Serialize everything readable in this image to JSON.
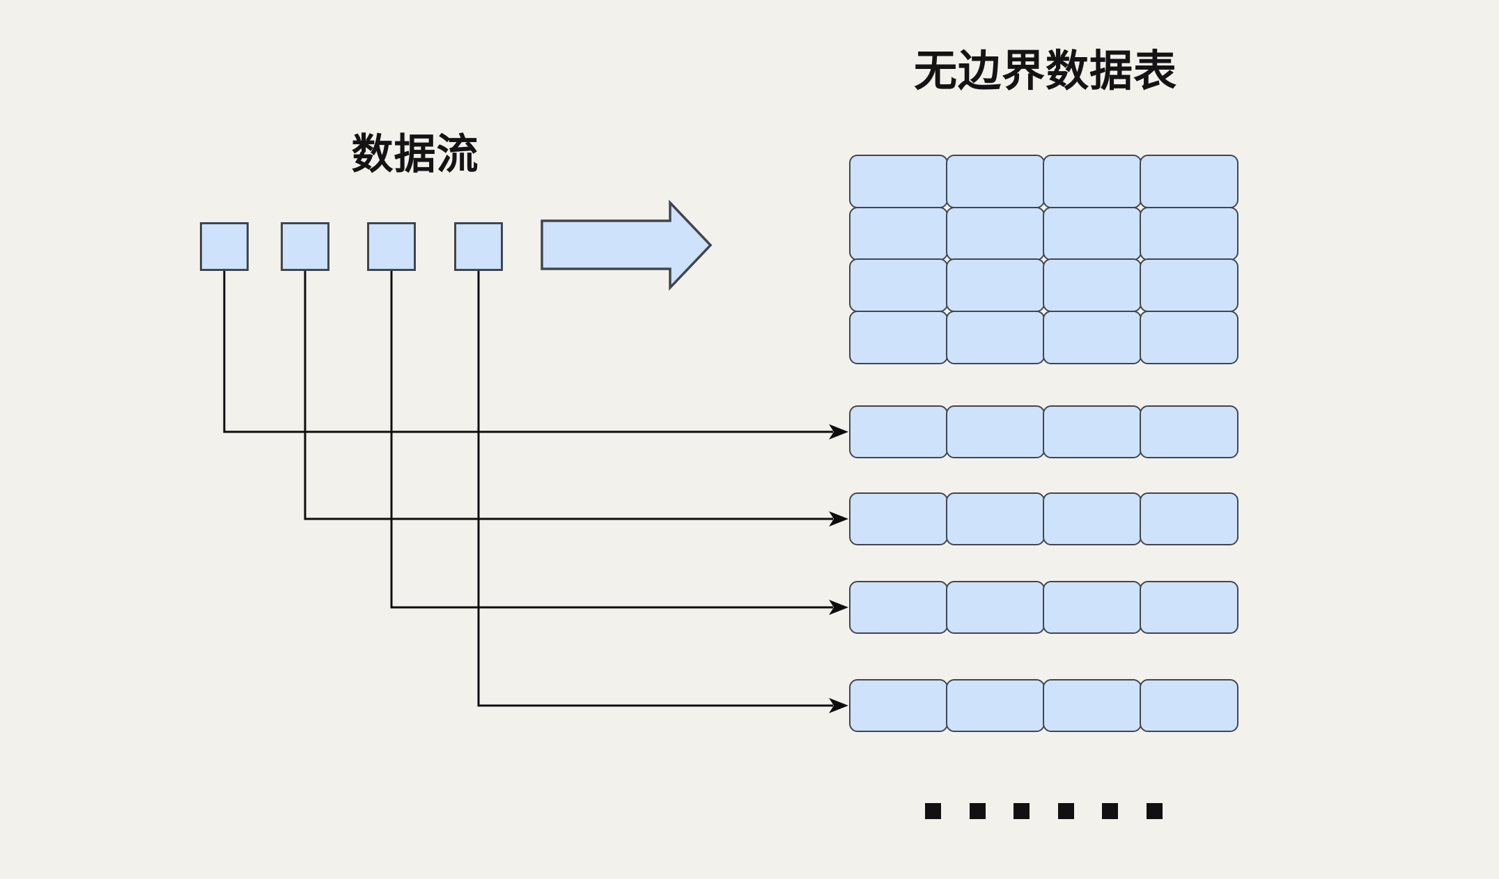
{
  "titles": {
    "table_title": "无边界数据表",
    "stream_label": "数据流"
  },
  "stream": {
    "item_count": 4
  },
  "table": {
    "grid_rows": 4,
    "grid_cols": 4,
    "detached_rows": 4,
    "detached_row_cols": 4
  },
  "continuation": {
    "dot_count": 6
  },
  "icons": {
    "flow_arrow": "big-right-arrow",
    "connector_arrowhead": "right-arrowhead"
  },
  "colors": {
    "background": "#f3f1eb",
    "cell_fill": "#cee2fb",
    "cell_border": "#40464e",
    "connector_line": "#0d0d0d",
    "text": "#141414"
  }
}
